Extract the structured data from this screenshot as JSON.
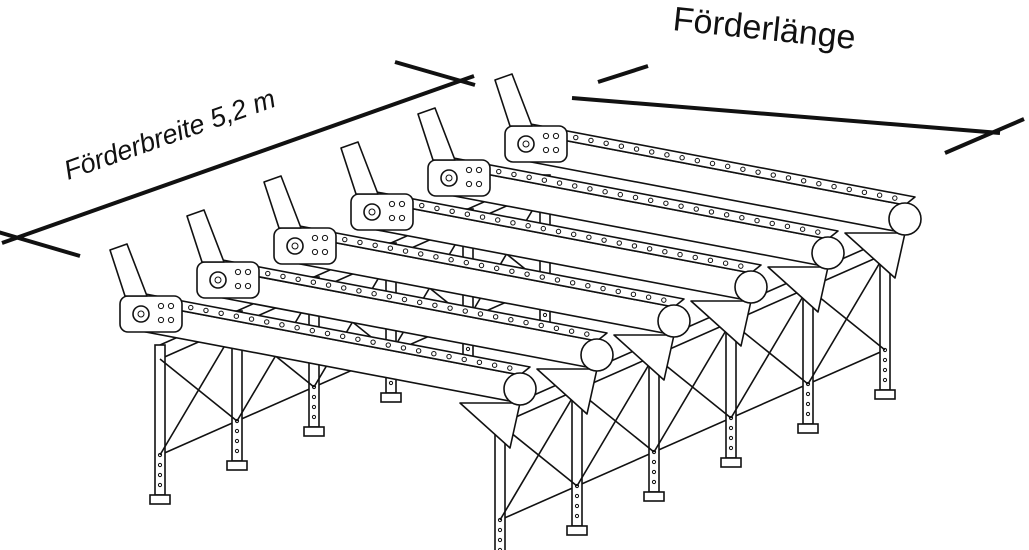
{
  "labels": {
    "conveyor_width": "Förderbreite  5,2 m",
    "conveyor_length": "Förderlänge"
  },
  "strands": 6,
  "colors": {
    "ink": "#111111",
    "background": "#ffffff"
  }
}
